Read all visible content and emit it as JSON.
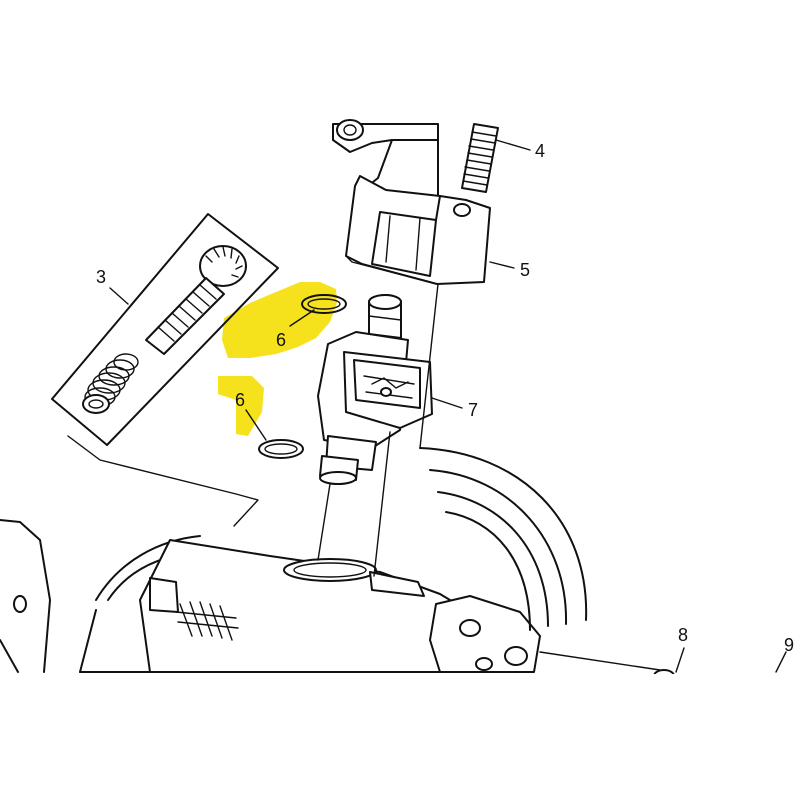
{
  "callouts": {
    "c3": "3",
    "c4": "4",
    "c5": "5",
    "c6a": "6",
    "c6b": "6",
    "c7": "7",
    "c8": "8",
    "c9": "9"
  },
  "colors": {
    "highlight": "#f6e21c",
    "ink": "#111111",
    "paper": "#ffffff"
  }
}
